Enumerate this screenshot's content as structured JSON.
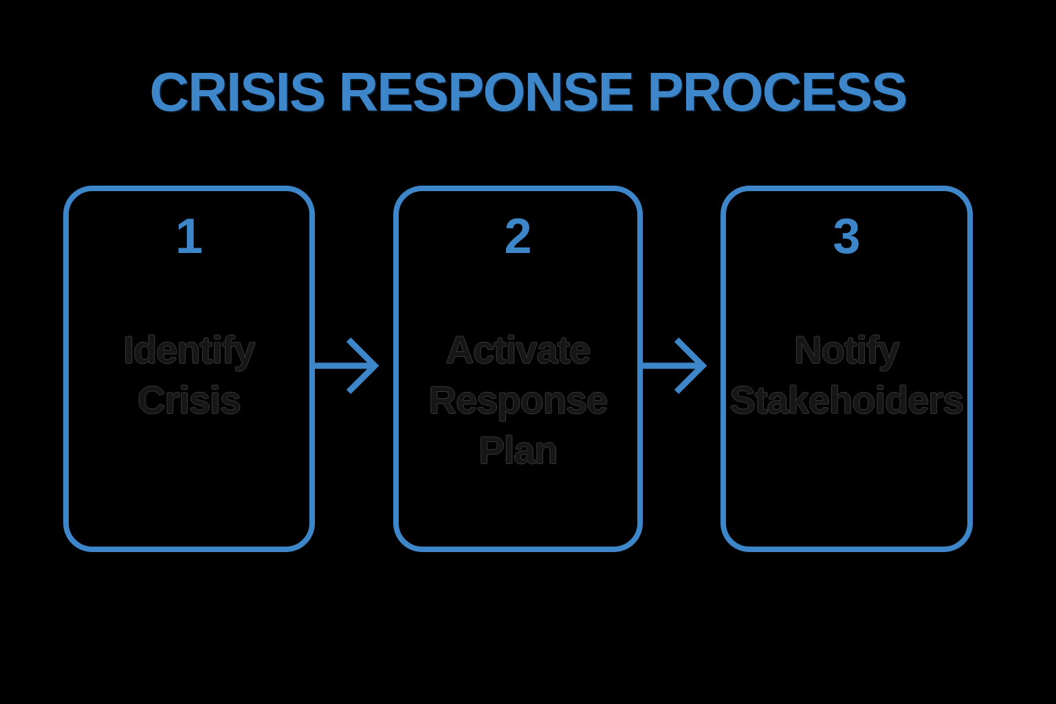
{
  "title": "CRISIS RESPONSE PROCESS",
  "colors": {
    "background": "#000000",
    "accent_blue": "#3d86c9",
    "step_label": "#161616",
    "step_label_outline": "#3a3a3a"
  },
  "steps": [
    {
      "number": "1",
      "label": "Identify\nCrisis"
    },
    {
      "number": "2",
      "label": "Activate\nResponse\nPlan"
    },
    {
      "number": "3",
      "label": "Notify\nStakehoiders"
    }
  ],
  "icons": {
    "connector": "arrow-right-icon"
  }
}
